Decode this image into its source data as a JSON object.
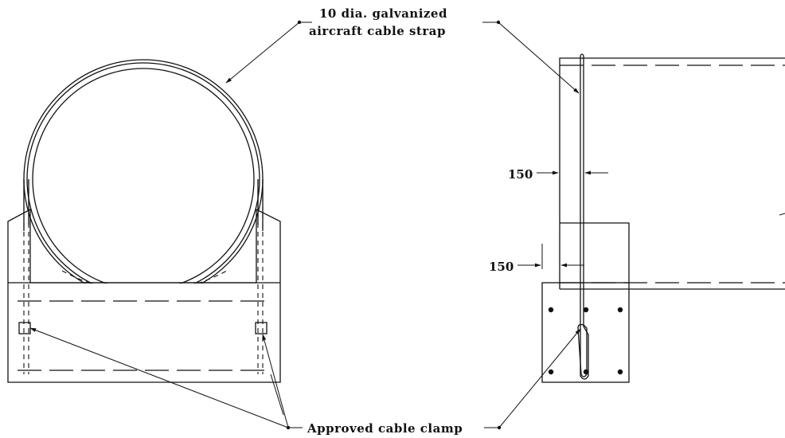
{
  "labels": {
    "cable_line1": "10 dia. galvanized",
    "cable_line2": "aircraft cable strap",
    "clamp": "Approved cable clamp",
    "dim_top": "150",
    "dim_bottom": "150"
  }
}
